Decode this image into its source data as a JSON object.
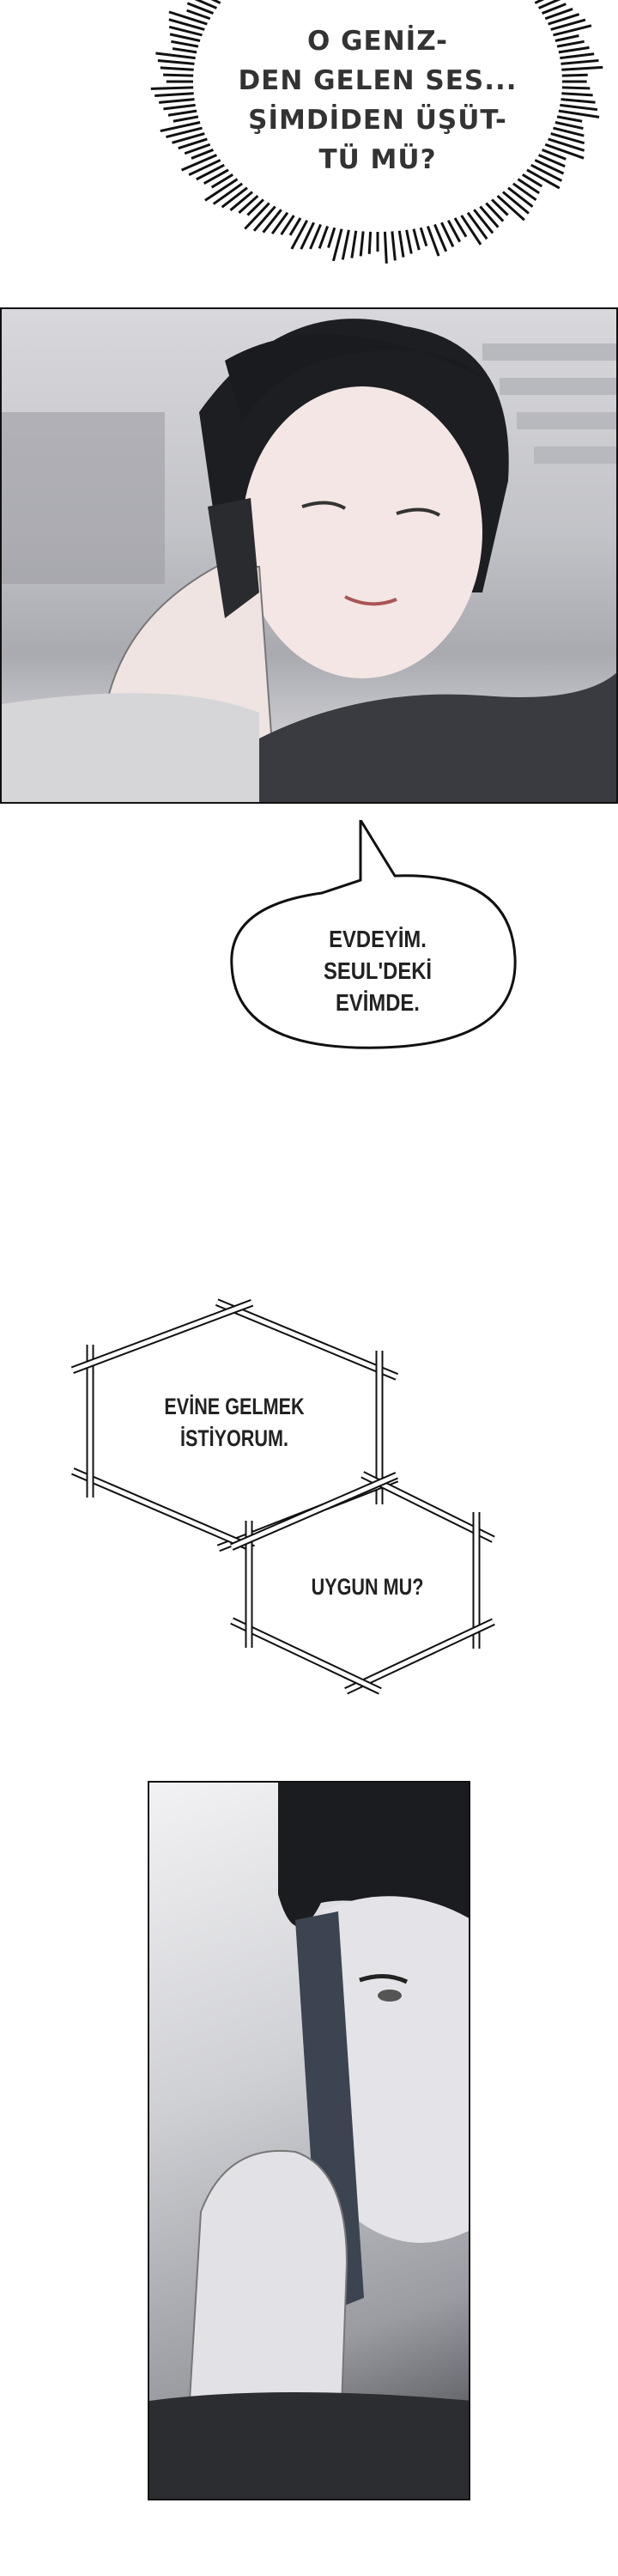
{
  "burst_bubble": {
    "lines": [
      "O GENİZ-",
      "DEN GELEN SES...",
      "ŞİMDİDEN ÜŞÜT-",
      "TÜ MÜ?"
    ]
  },
  "speech_bubble": {
    "lines": [
      "EVDEYİM.",
      "SEUL'DEKİ",
      "EVİMDE."
    ]
  },
  "hex_box_1": {
    "lines": [
      "EVİNE GELMEK",
      "İSTİYORUM."
    ]
  },
  "hex_box_2": {
    "lines": [
      "UYGUN MU?"
    ]
  }
}
